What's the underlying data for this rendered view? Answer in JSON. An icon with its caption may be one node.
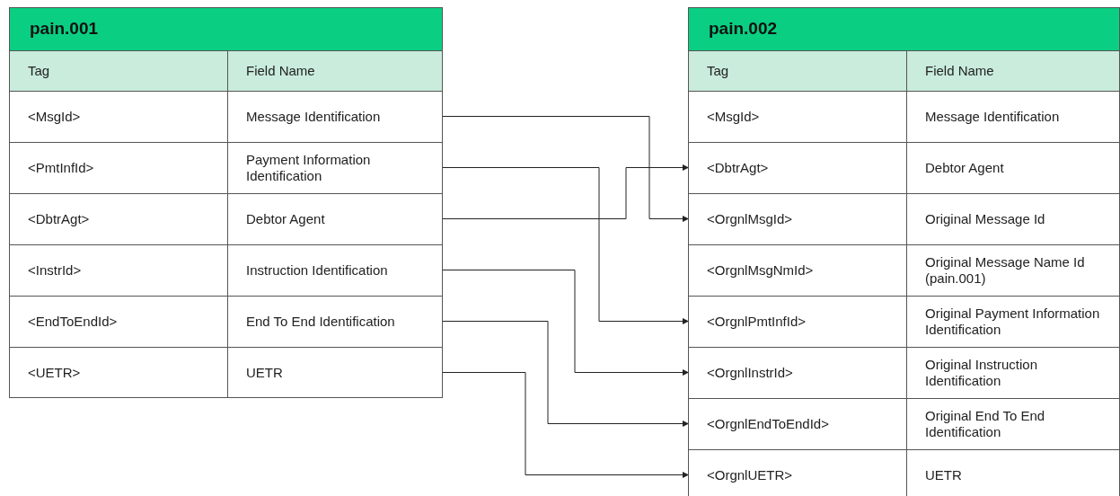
{
  "diagram": {
    "nodes": [
      {
        "text": [
          "pain.001"
        ]
      },
      {
        "text": [
          "Tag",
          "Field Name"
        ],
        "in": 0
      },
      {
        "text": [
          "<MsgId>",
          "Message Identification"
        ],
        "in": 0
      },
      {
        "text": [
          "<PmtInfId>",
          "Payment Information Identification"
        ],
        "in": 0
      },
      {
        "text": [
          "<DbtrAgt>",
          "Debtor Agent"
        ],
        "in": 0
      },
      {
        "text": [
          "<InstrId>",
          "Instruction Identification"
        ],
        "in": 0
      },
      {
        "text": [
          "<EndToEndId>",
          "End To End Identification"
        ],
        "in": 0
      },
      {
        "text": [
          "<UETR>",
          "UETR"
        ],
        "in": 0
      },
      {
        "text": [
          "pain.002"
        ]
      },
      {
        "text": [
          "Tag",
          "Field Name"
        ],
        "in": 8
      },
      {
        "text": [
          "<MsgId>",
          "Message Identification"
        ],
        "in": 8
      },
      {
        "text": [
          "<DbtrAgt>",
          "Debtor Agent"
        ],
        "in": 8
      },
      {
        "text": [
          "<OrgnlMsgId>",
          "Original Message Id"
        ],
        "in": 8
      },
      {
        "text": [
          "<OrgnlMsgNmId>",
          "Original Message Name Id (pain.001)"
        ],
        "in": 8
      },
      {
        "text": [
          "<OrgnlPmtInfId>",
          "Original Payment Information Identification"
        ],
        "in": 8
      },
      {
        "text": [
          "<OrgnlInstrId>",
          "Original Instruction Identification"
        ],
        "in": 8
      },
      {
        "text": [
          "<OrgnlEndToEndId>",
          "Original End To End Identification"
        ],
        "in": 8
      },
      {
        "text": [
          "<OrgnlUETR>",
          "UETR"
        ],
        "in": 8
      }
    ],
    "edges": [
      {
        "from": 2,
        "to": 12,
        "arrow": "to"
      },
      {
        "from": 3,
        "to": 14,
        "arrow": "to"
      },
      {
        "from": 4,
        "to": 11,
        "arrow": "to"
      },
      {
        "from": 5,
        "to": 15,
        "arrow": "to"
      },
      {
        "from": 6,
        "to": 16,
        "arrow": "to"
      },
      {
        "from": 7,
        "to": 17,
        "arrow": "to"
      }
    ]
  }
}
